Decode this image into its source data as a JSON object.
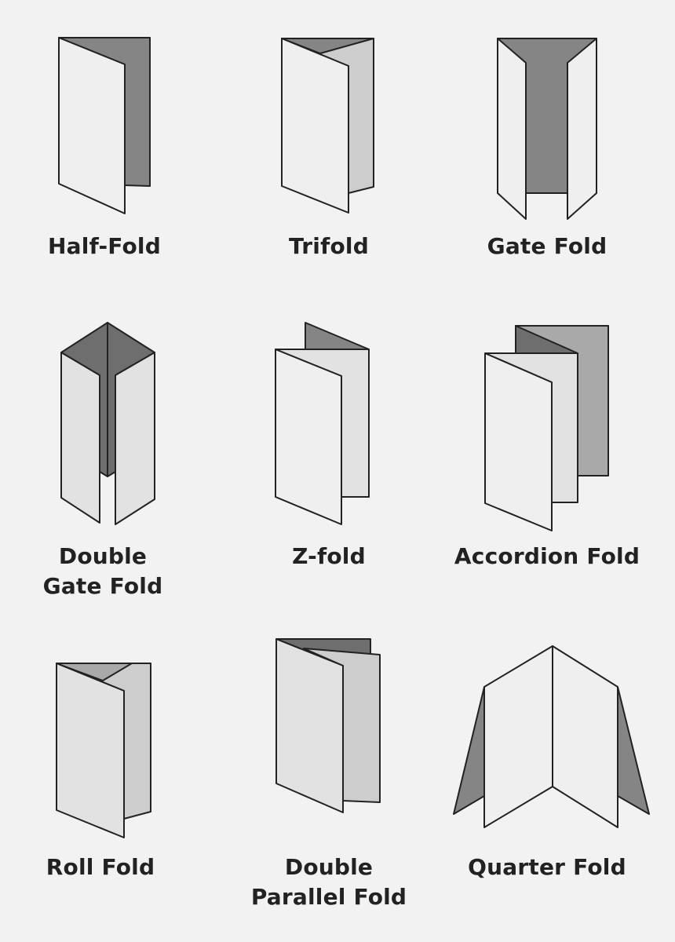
{
  "colors": {
    "background": "#f2f2f2",
    "outline": "#222222",
    "panel_white": "#efefef",
    "panel_light": "#e2e2e2",
    "panel_mid_light": "#cdcdcd",
    "panel_mid": "#a9a9a9",
    "panel_dark": "#858585",
    "panel_darker": "#6e6e6e"
  },
  "folds": [
    {
      "id": "half-fold",
      "lines": [
        "Half-Fold"
      ]
    },
    {
      "id": "trifold",
      "lines": [
        "Trifold"
      ]
    },
    {
      "id": "gate-fold",
      "lines": [
        "Gate Fold"
      ]
    },
    {
      "id": "double-gate-fold",
      "lines": [
        "Double",
        "Gate Fold"
      ]
    },
    {
      "id": "z-fold",
      "lines": [
        "Z-fold"
      ]
    },
    {
      "id": "accordion-fold",
      "lines": [
        "Accordion Fold"
      ]
    },
    {
      "id": "roll-fold",
      "lines": [
        "Roll Fold"
      ]
    },
    {
      "id": "double-parallel-fold",
      "lines": [
        "Double",
        "Parallel Fold"
      ]
    },
    {
      "id": "quarter-fold",
      "lines": [
        "Quarter Fold"
      ]
    }
  ]
}
